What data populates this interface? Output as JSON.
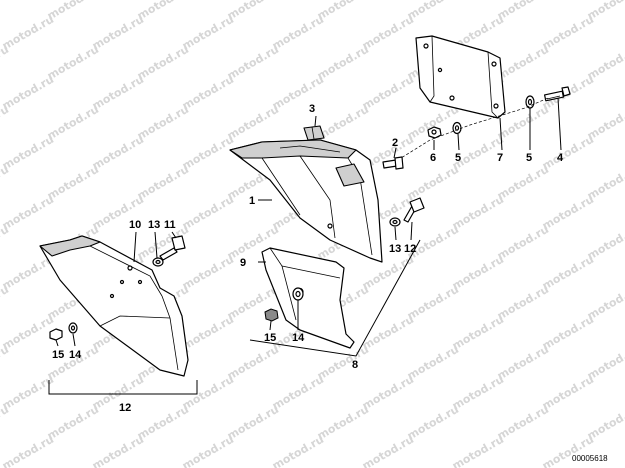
{
  "watermark": {
    "text": "motod.ru"
  },
  "reference_number": "00005618",
  "callouts": [
    {
      "id": "c1",
      "label": "1"
    },
    {
      "id": "c2",
      "label": "2"
    },
    {
      "id": "c3",
      "label": "3"
    },
    {
      "id": "c4",
      "label": "4"
    },
    {
      "id": "c5a",
      "label": "5"
    },
    {
      "id": "c5b",
      "label": "5"
    },
    {
      "id": "c6",
      "label": "6"
    },
    {
      "id": "c7",
      "label": "7"
    },
    {
      "id": "c8",
      "label": "8"
    },
    {
      "id": "c9",
      "label": "9"
    },
    {
      "id": "c10",
      "label": "10"
    },
    {
      "id": "c11",
      "label": "11"
    },
    {
      "id": "c12a",
      "label": "12"
    },
    {
      "id": "c12b",
      "label": "12"
    },
    {
      "id": "c13a",
      "label": "13"
    },
    {
      "id": "c13b",
      "label": "13"
    },
    {
      "id": "c14a",
      "label": "14"
    },
    {
      "id": "c14b",
      "label": "14"
    },
    {
      "id": "c15a",
      "label": "15"
    },
    {
      "id": "c15b",
      "label": "15"
    }
  ]
}
